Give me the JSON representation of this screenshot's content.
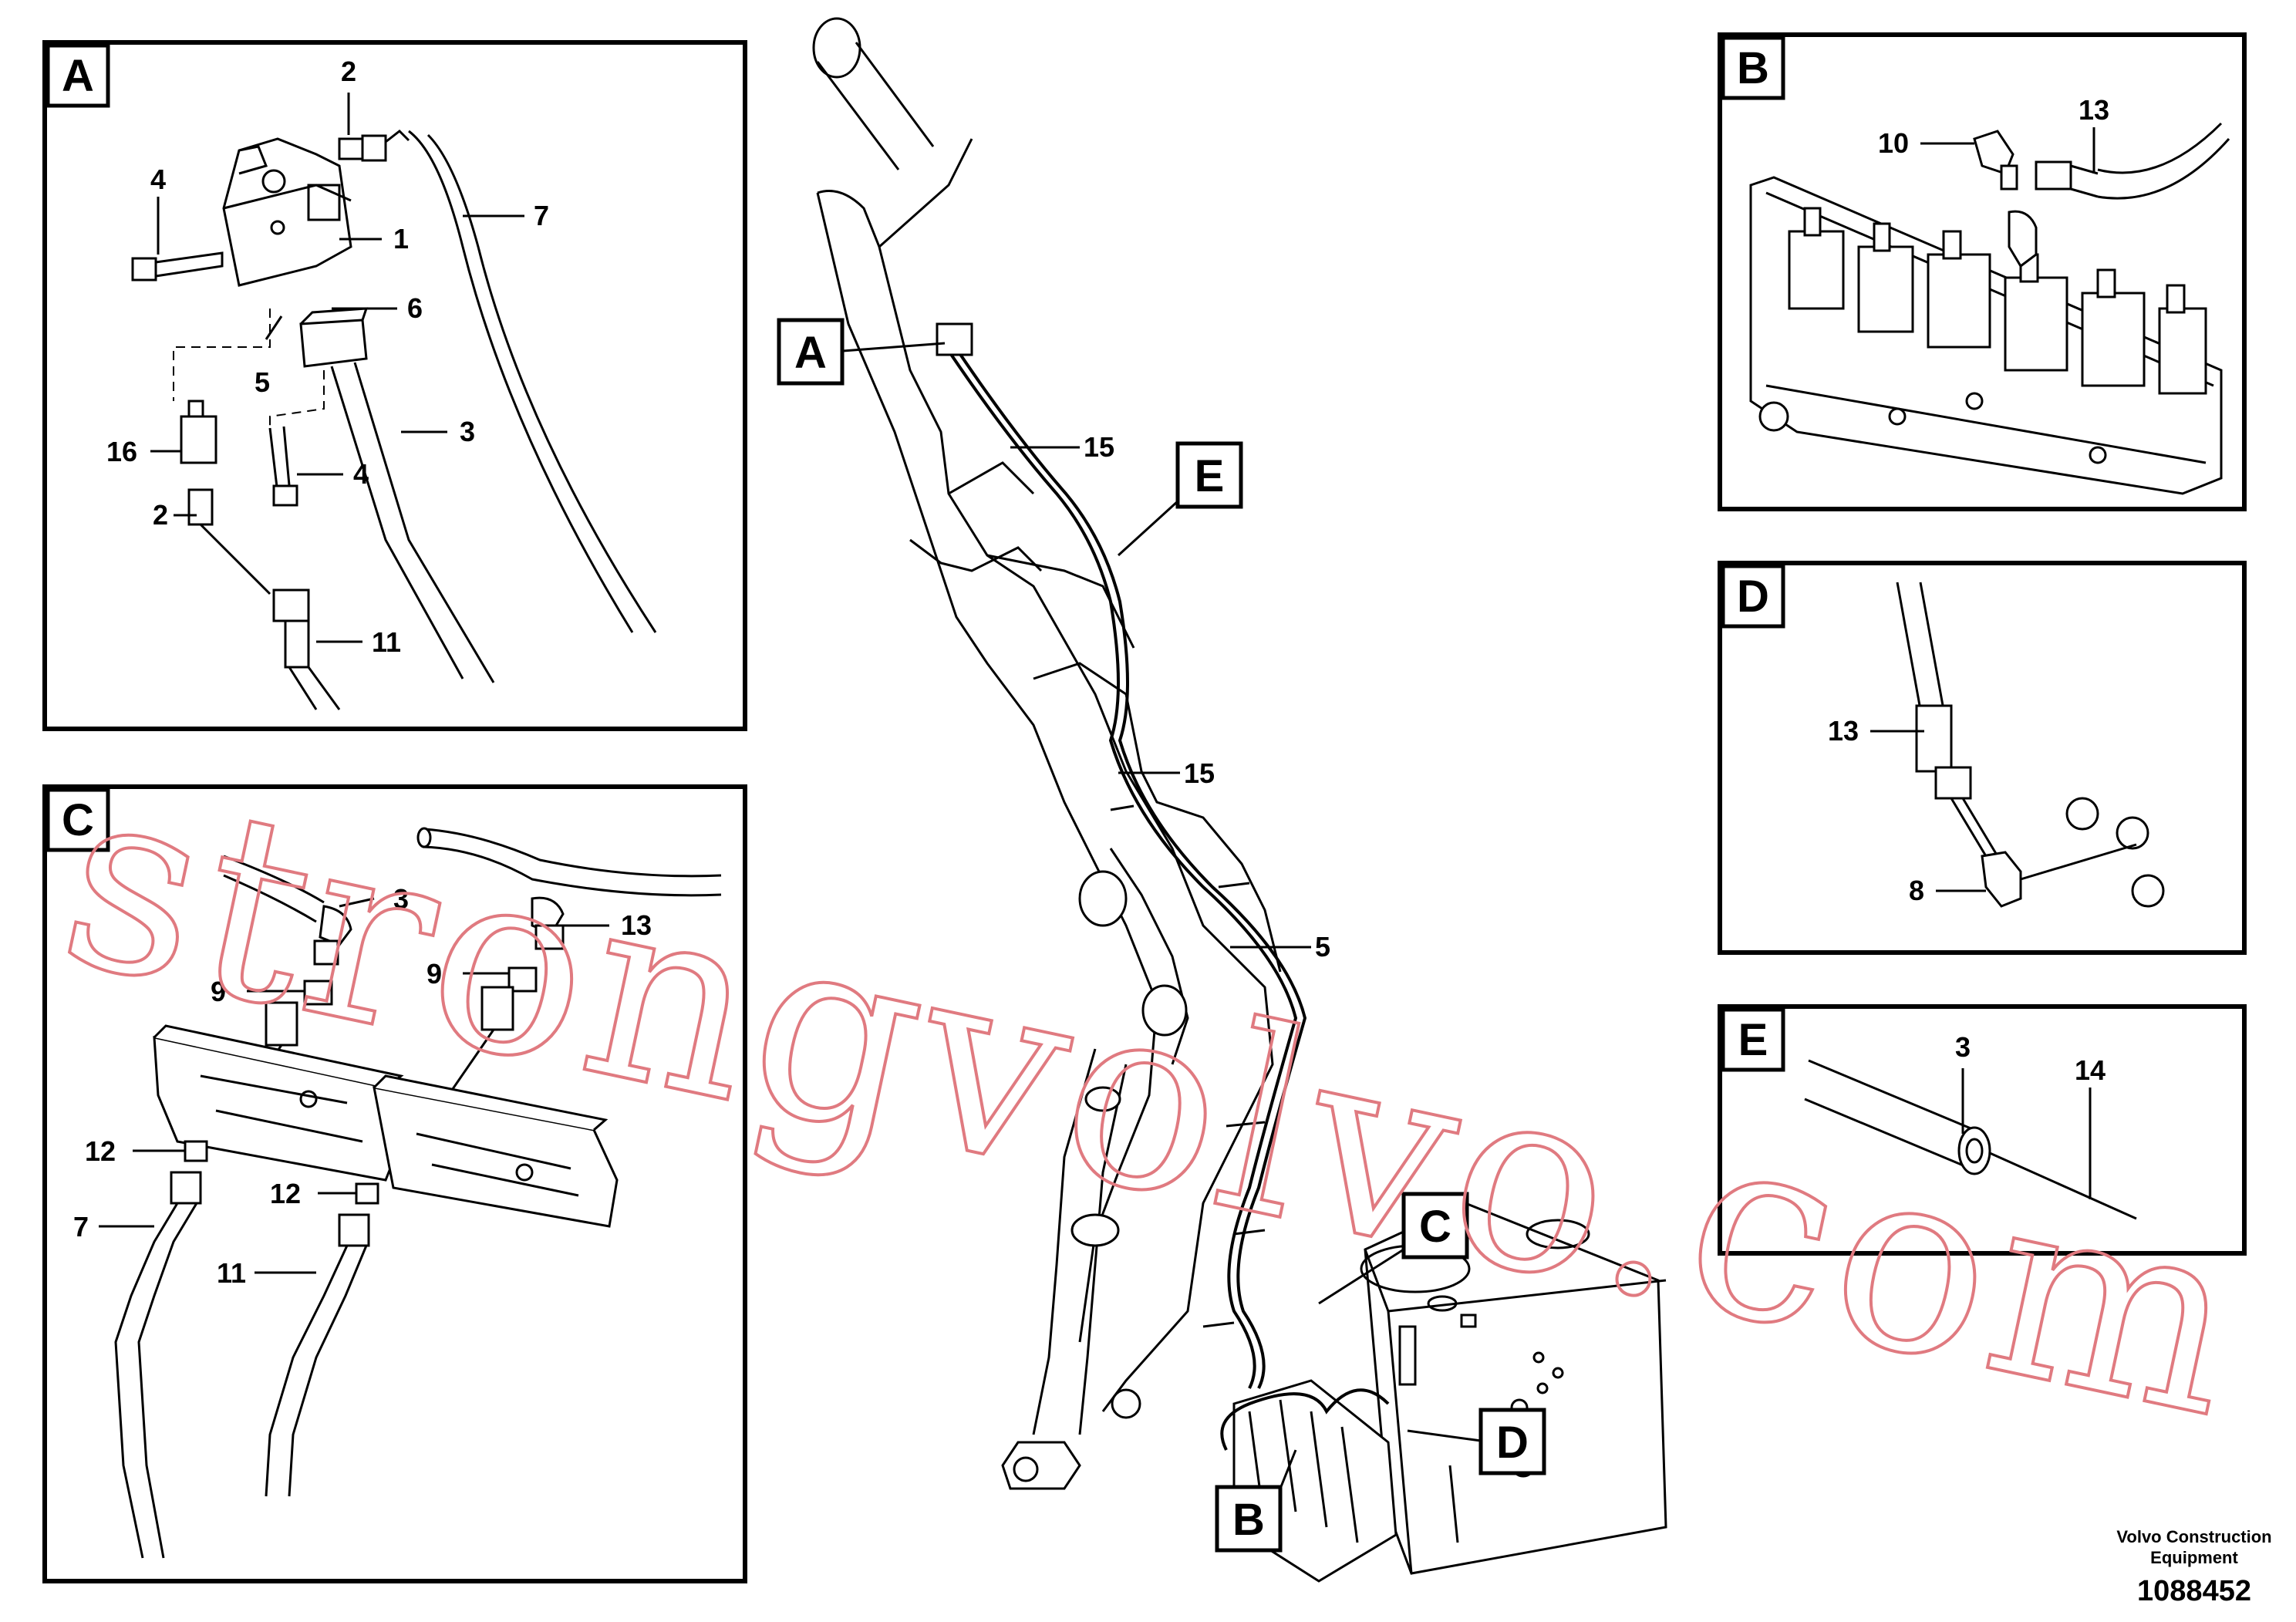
{
  "panels": {
    "A": {
      "letter": "A",
      "callouts": [
        "2",
        "4",
        "1",
        "7",
        "6",
        "5",
        "3",
        "16",
        "4",
        "2",
        "11"
      ]
    },
    "B": {
      "letter": "B",
      "callouts": [
        "13",
        "10"
      ]
    },
    "C": {
      "letter": "C",
      "callouts": [
        "3",
        "13",
        "9",
        "9",
        "12",
        "12",
        "7",
        "11"
      ]
    },
    "D": {
      "letter": "D",
      "callouts": [
        "13",
        "8"
      ]
    },
    "E": {
      "letter": "E",
      "callouts": [
        "3",
        "14"
      ]
    }
  },
  "main": {
    "labels": [
      "A",
      "E",
      "C",
      "D",
      "B"
    ],
    "callouts": [
      "15",
      "15",
      "5"
    ]
  },
  "footer": {
    "company_line1": "Volvo Construction",
    "company_line2": "Equipment",
    "drawing_number": "1088452"
  },
  "watermark": "strongvolvo.com"
}
